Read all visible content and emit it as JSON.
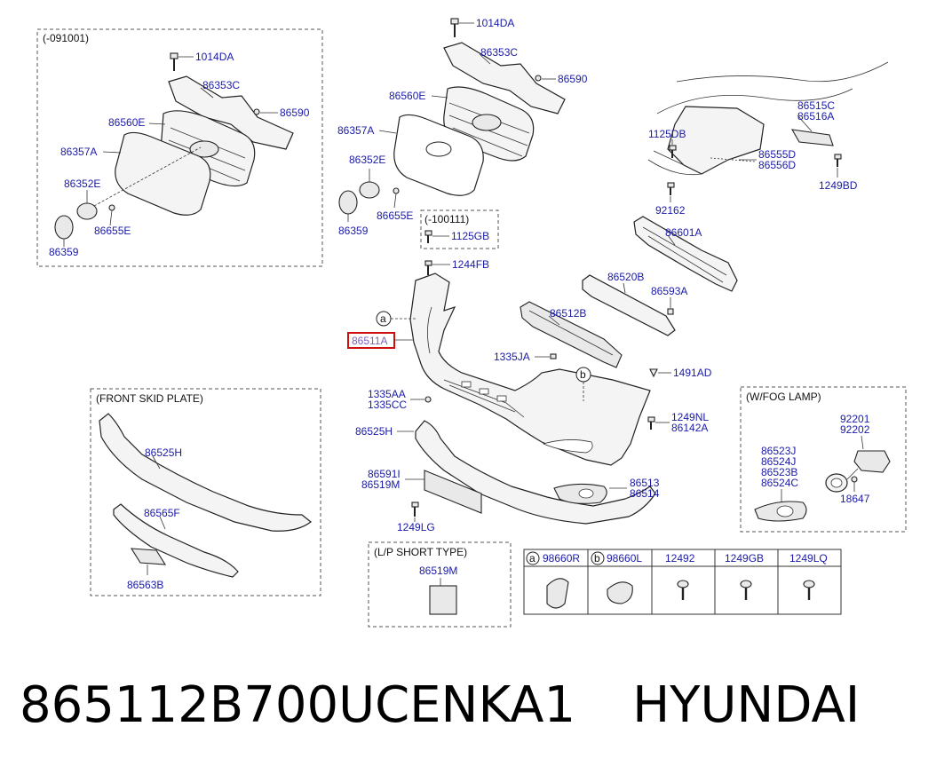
{
  "boxes": {
    "early_grille": "(-091001)",
    "skid_plate": "(FRONT SKID PLATE)",
    "fog_lamp": "(W/FOG LAMP)",
    "bolt_100111": "(-100111)",
    "lp_short": "(L/P SHORT TYPE)"
  },
  "labels": {
    "l1014da_a": "1014DA",
    "l86353c_a": "86353C",
    "l86590_a": "86590",
    "l86560e_a": "86560E",
    "l86357a_a": "86357A",
    "l86352e_a": "86352E",
    "l86655e_a": "86655E",
    "l86359_a": "86359",
    "l1014da_b": "1014DA",
    "l86353c_b": "86353C",
    "l86590_b": "86590",
    "l86560e_b": "86560E",
    "l86357a_b": "86357A",
    "l86352e_b": "86352E",
    "l86655e_b": "86655E",
    "l86359_b": "86359",
    "l1125gb": "1125GB",
    "l86515c": "86515C",
    "l86516a": "86516A",
    "l1125db": "1125DB",
    "l86555d": "86555D",
    "l86556d": "86556D",
    "l1249bd": "1249BD",
    "l92162": "92162",
    "l86601a": "86601A",
    "l86520b": "86520B",
    "l86593a": "86593A",
    "l86512b": "86512B",
    "l1244fb": "1244FB",
    "l86511a": "86511A",
    "l1335ja": "1335JA",
    "l1491ad": "1491AD",
    "l1335aa": "1335AA",
    "l1335cc": "1335CC",
    "l1249nl": "1249NL",
    "l86142a": "86142A",
    "l86525h_a": "86525H",
    "l86591i": "86591I",
    "l86519m_a": "86519M",
    "l1249lg": "1249LG",
    "l86513": "86513",
    "l86514": "86514",
    "l86525h_b": "86525H",
    "l86565f": "86565F",
    "l86563b": "86563B",
    "l86519m_b": "86519M",
    "l92201": "92201",
    "l92202": "92202",
    "l86523j": "86523J",
    "l86524j": "86524J",
    "l86523b": "86523B",
    "l86524c": "86524C",
    "l18647": "18647",
    "ref_a": "a",
    "ref_b": "b"
  },
  "parts_table": {
    "headers": [
      {
        "ref": "a",
        "part": "98660R"
      },
      {
        "ref": "b",
        "part": "98660L"
      },
      {
        "ref": "",
        "part": "12492"
      },
      {
        "ref": "",
        "part": "1249GB"
      },
      {
        "ref": "",
        "part": "1249LQ"
      }
    ]
  },
  "footer": {
    "part_number": "865112B700UCENKA1",
    "brand": "HYUNDAI"
  },
  "colors": {
    "label_text": "#1a1aa8",
    "highlight_box": "#d01010"
  }
}
